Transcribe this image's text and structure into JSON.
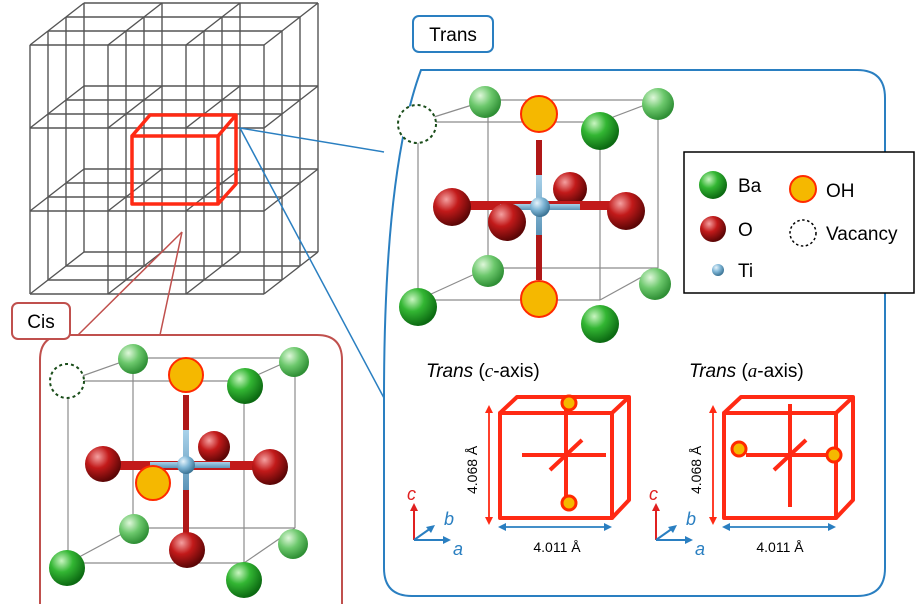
{
  "colors": {
    "ba": "#2fae2f",
    "o": "#c21a1a",
    "ti": "#7fb6d6",
    "oh_fill": "#f5b800",
    "oh_stroke": "#ff2a00",
    "highlight": "#ff2a14",
    "trans_border": "#2a7fc1",
    "cis_border": "#c0504d",
    "axis_blue": "#2a7fc1",
    "axis_red": "#e02020",
    "lattice": "#555555"
  },
  "labels": {
    "trans_tag": "Trans",
    "cis_tag": "Cis"
  },
  "legend": {
    "ba": "Ba",
    "oh": "OH",
    "o": "O",
    "vacancy": "Vacancy",
    "ti": "Ti"
  },
  "trans_c": {
    "title_italic": "Trans",
    "title_open": " (",
    "title_axis": "c",
    "title_rest": "-axis)",
    "height_label": "4.068 Å",
    "width_label": "4.011 Å",
    "axis_c": "c",
    "axis_b": "b",
    "axis_a": "a"
  },
  "trans_a": {
    "title_italic": "Trans",
    "title_open": " (",
    "title_axis": "a",
    "title_rest": "-axis)",
    "height_label": "4.068 Å",
    "width_label": "4.011 Å",
    "axis_c": "c",
    "axis_b": "b",
    "axis_a": "a"
  },
  "icons": [
    "ba-atom",
    "oxygen-atom",
    "titanium-atom",
    "hydroxide-marker",
    "vacancy-marker"
  ]
}
